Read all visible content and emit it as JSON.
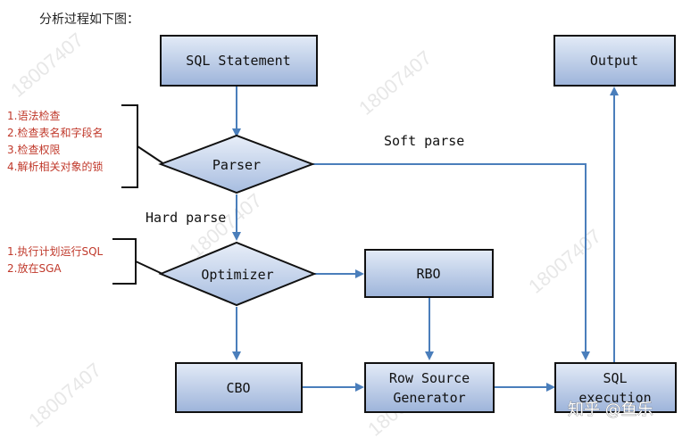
{
  "header_partial": "分析过程如下图：",
  "nodes": {
    "sql_statement": "SQL Statement",
    "parser": "Parser",
    "optimizer": "Optimizer",
    "rbo": "RBO",
    "cbo": "CBO",
    "row_source_line1": "Row Source",
    "row_source_line2": "Generator",
    "sql_exec_line1": "SQL",
    "sql_exec_line2": "execution",
    "output": "Output"
  },
  "edge_labels": {
    "soft_parse": "Soft parse",
    "hard_parse": "Hard parse"
  },
  "parser_notes": [
    "1.语法检查",
    "2.检查表名和字段名",
    "3.检查权限",
    "4.解析相关对象的锁"
  ],
  "optimizer_notes": [
    "1.执行计划运行SQL",
    "2.放在SGA"
  ],
  "watermark": "18007407",
  "brand": "知乎 @鱼乐",
  "colors": {
    "box_fill_top": "#dfe8f6",
    "box_fill_bottom": "#9fb6dc",
    "border": "#111111",
    "arrow": "#4a7ebb",
    "note": "#c0392b"
  }
}
